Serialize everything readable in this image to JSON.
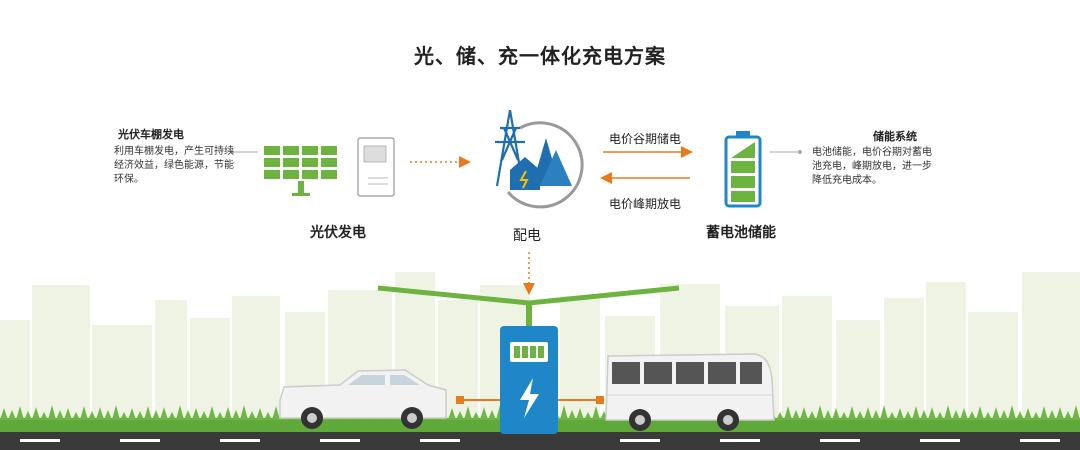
{
  "title": "光、储、充一体化充电方案",
  "pv": {
    "heading": "光伏车棚发电",
    "description": "利用车棚发电，产生可持续经济效益，绿色能源，节能环保。",
    "label": "光伏发电"
  },
  "grid": {
    "label": "配电"
  },
  "battery": {
    "heading": "储能系统",
    "description": "电池储能，电价谷期对蓄电池充电，峰期放电，进一步降低充电成本。",
    "label": "蓄电池储能"
  },
  "flows": {
    "valley": "电价谷期储电",
    "peak": "电价峰期放电"
  },
  "colors": {
    "solar_green": "#6cb33f",
    "accent_orange": "#e87a1e",
    "charger_blue": "#1f86c8",
    "city_silhouette": "#eef3e4",
    "grass": "#5fa83a",
    "road": "#3a3a3a"
  },
  "icons": [
    "solar-panel-icon",
    "inverter-icon",
    "grid-tower-icon",
    "battery-icon",
    "charger-icon",
    "car-icon",
    "bus-icon"
  ]
}
